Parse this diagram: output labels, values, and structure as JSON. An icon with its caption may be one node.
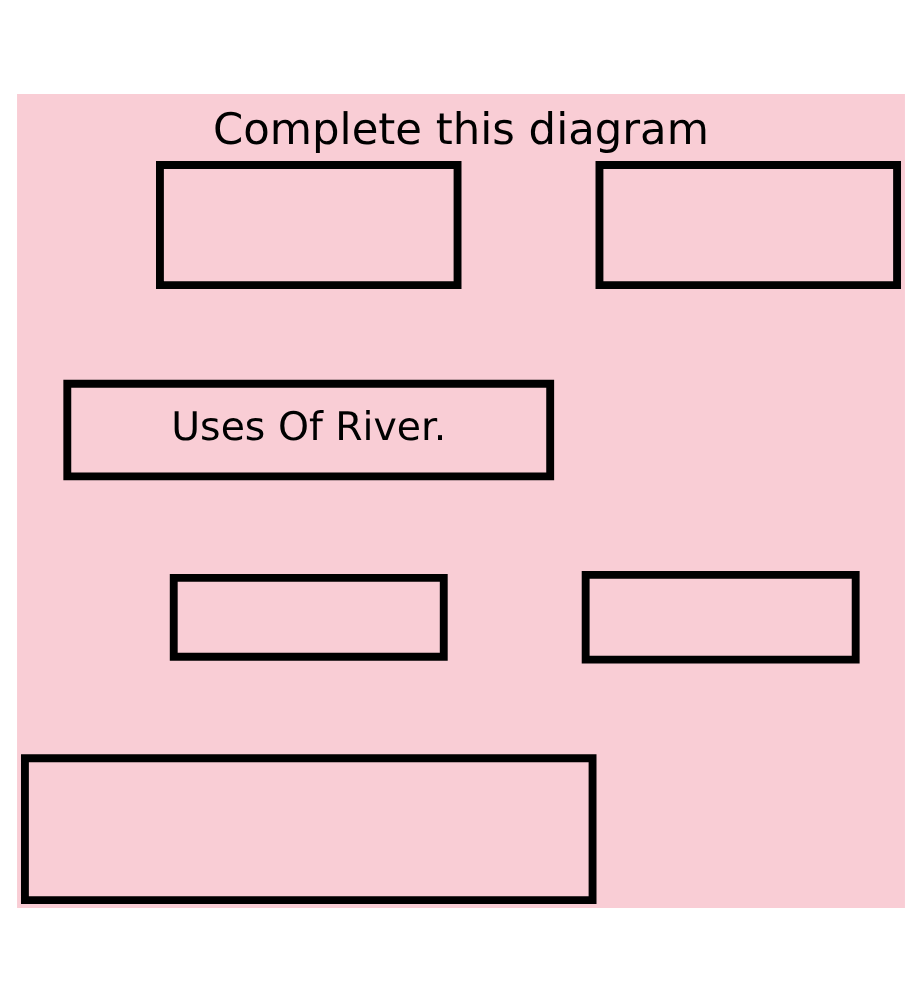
{
  "diagram": {
    "title": "Complete this diagram",
    "nodes": [
      {
        "text": [],
        "shape": "box"
      },
      {
        "text": [],
        "shape": "box"
      },
      {
        "text": [
          "Uses Of River."
        ]
      },
      {
        "text": [],
        "shape": "box"
      },
      {
        "text": [],
        "shape": "box"
      },
      {
        "text": [],
        "shape": "box"
      }
    ]
  }
}
